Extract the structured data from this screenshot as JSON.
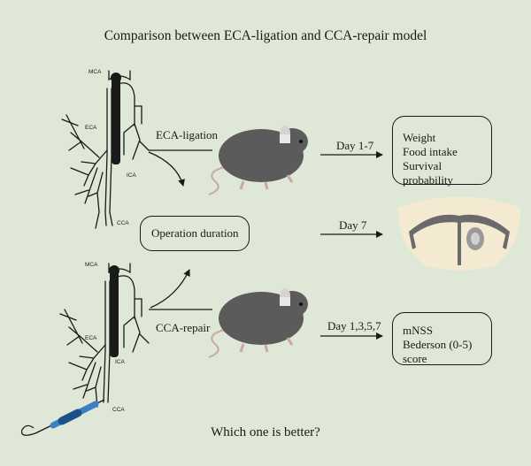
{
  "title": "Comparison between ECA-ligation and CCA-repair model",
  "footer": "Which one is better?",
  "models": {
    "top": {
      "name": "ECA-ligation",
      "vessel_labels": {
        "mca": "MCA",
        "eca": "ECA",
        "ica": "ICA",
        "cca": "CCA"
      }
    },
    "bottom": {
      "name": "CCA-repair",
      "vessel_labels": {
        "mca": "MCA",
        "eca": "ECA",
        "ica": "ICA",
        "cca": "CCA"
      }
    }
  },
  "center_box": "Operation duration",
  "timelines": {
    "top": "Day 1-7",
    "middle": "Day 7",
    "bottom": "Day 1,3,5,7"
  },
  "outcomes_top": [
    "Weight",
    "Food intake",
    "Survival probability"
  ],
  "outcomes_bottom": [
    "mNSS",
    "Bederson (0-5) score"
  ],
  "colors": {
    "background": "#dfe8d6",
    "mouse_fur": "#5b5b5b",
    "brain_tissue": "#f4ead2",
    "brain_ventricle": "#6a6a6a",
    "infarct": "#9a9a9a",
    "catheter": "#3d7fc4",
    "line": "#1a1a1a"
  }
}
